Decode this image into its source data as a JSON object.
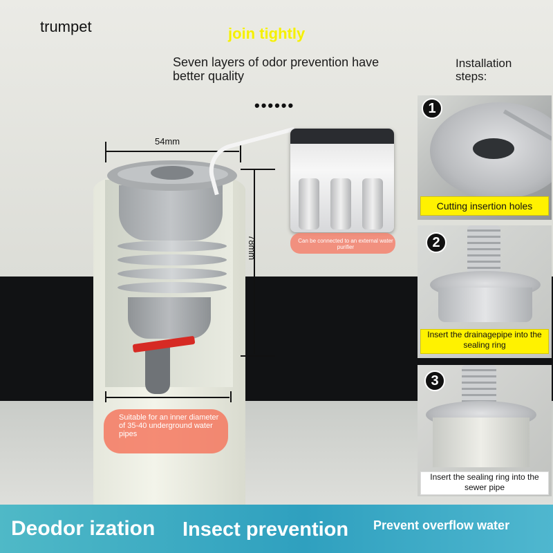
{
  "header": {
    "product_name": "trumpet",
    "tagline_highlight": "join tightly",
    "feature_line": "Seven layers of odor prevention have better quality",
    "dots": "••••••",
    "steps_heading": "Installation steps:"
  },
  "diagram": {
    "width_label": "54mm",
    "height_label": "78mm",
    "purifier_note": "Can be connected to an external water purifier",
    "fit_note": "Suitable for an inner diameter of 35-40 underground water pipes"
  },
  "steps": [
    {
      "number": "1",
      "caption": "Cutting insertion holes"
    },
    {
      "number": "2",
      "caption": "Insert the drainagepipe into the sealing ring"
    },
    {
      "number": "3",
      "caption": "Insert the sealing ring into the sewer pipe"
    }
  ],
  "features_band": [
    {
      "label": "Deodor ization"
    },
    {
      "label": "Insect prevention"
    },
    {
      "label": "Prevent overflow water"
    }
  ],
  "colors": {
    "highlight_yellow": "#f5f000",
    "note_pink": "#f5826e",
    "band_teal": "#2fa0bf",
    "caption_yellow": "#fff200",
    "valve_red": "#d62a24"
  }
}
